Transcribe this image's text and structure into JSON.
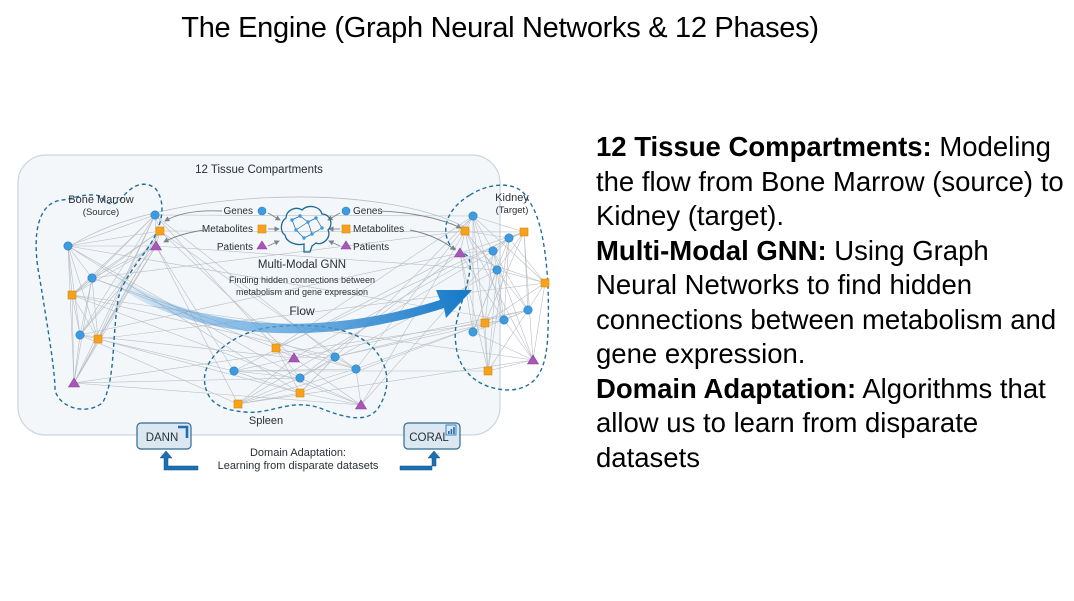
{
  "slide": {
    "title": "The Engine (Graph Neural Networks & 12 Phases)"
  },
  "figure": {
    "panel_title": "12 Tissue Compartments",
    "compartments": {
      "bone_marrow": {
        "name": "Bone Marrow",
        "role": "(Source)"
      },
      "kidney": {
        "name": "Kidney",
        "role": "(Target)"
      },
      "spleen": {
        "name": "Spleen"
      }
    },
    "gnn": {
      "title": "Multi-Modal GNN",
      "subtitle_line1": "Finding hidden connections between",
      "subtitle_line2": "metabolism and gene expression",
      "inputs_left": [
        "Genes",
        "Metabolites",
        "Patients"
      ],
      "inputs_right": [
        "Genes",
        "Metabolites",
        "Patients"
      ]
    },
    "flow_label": "Flow",
    "domain_adaptation": {
      "line1": "Domain Adaptation:",
      "line2": "Learning from disparate datasets",
      "methods": [
        "DANN",
        "CORAL"
      ]
    },
    "legend": {
      "gene": {
        "shape": "circle",
        "color": "#3d9be0"
      },
      "metabolite": {
        "shape": "square",
        "color": "#f7a21b"
      },
      "patient": {
        "shape": "triangle",
        "color": "#a857b8"
      }
    },
    "colors": {
      "panel_bg": "#f3f7fa",
      "panel_border": "#c9d6e0",
      "dashed_boundary": "#1f6f9c",
      "edge": "#b9bec4",
      "flow_arrow": "#1378c8",
      "brain": "#1e6a92"
    }
  },
  "bullets": [
    {
      "heading": "12 Tissue Compartments:",
      "text": " Modeling the flow from Bone Marrow (source) to Kidney (target)."
    },
    {
      "heading": "Multi-Modal GNN:",
      "text": " Using Graph Neural Networks to find hidden connections between metabolism and gene expression."
    },
    {
      "heading": "Domain Adaptation:",
      "text": " Algorithms that allow us to learn from disparate datasets"
    }
  ]
}
